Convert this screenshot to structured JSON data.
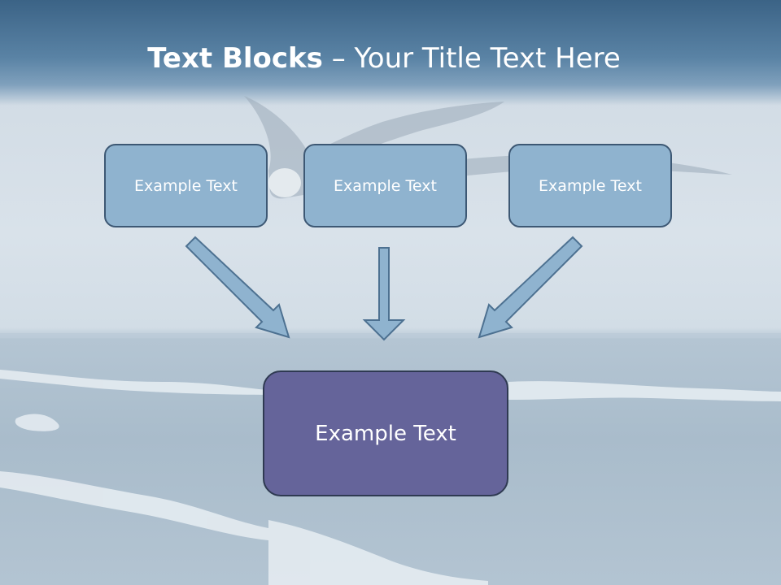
{
  "title": {
    "bold": "Text Blocks",
    "separator": " – ",
    "rest": "Your Title Text Here"
  },
  "boxes": [
    {
      "label": "Example Text"
    },
    {
      "label": "Example Text"
    },
    {
      "label": "Example Text"
    }
  ],
  "main_box": {
    "label": "Example Text"
  },
  "colors": {
    "box_fill": "#8fb3cf",
    "box_border": "#3d5874",
    "main_fill": "#65649a",
    "title_band": "#3b6386",
    "arrow_fill": "#8fb3cf"
  }
}
